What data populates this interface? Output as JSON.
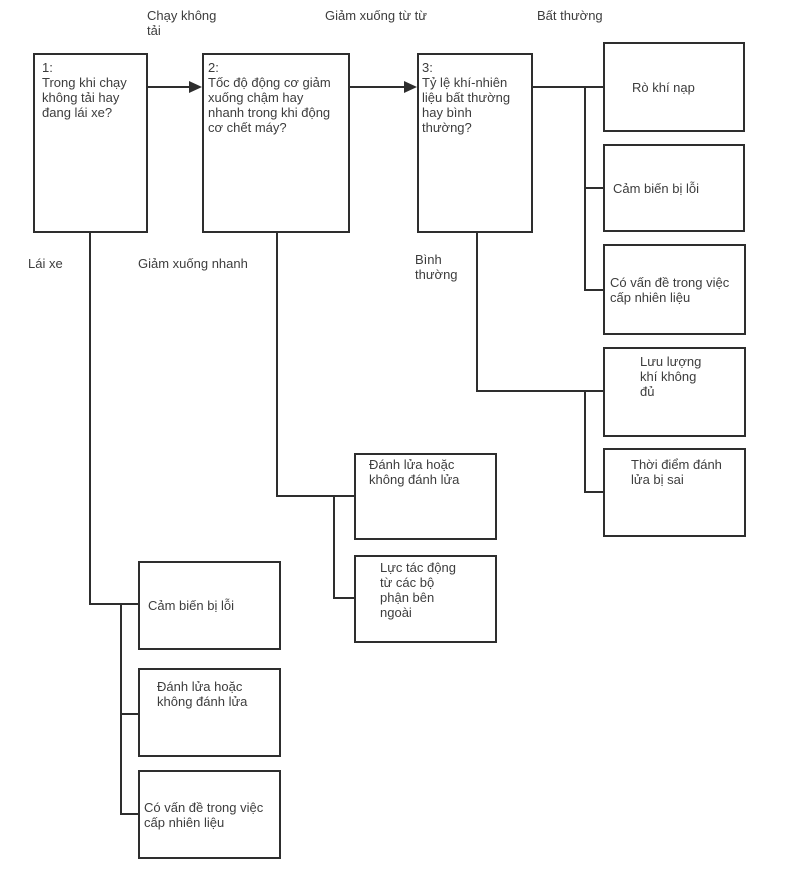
{
  "diagram": {
    "title_hint": "Vietnamese engine troubleshooting flowchart",
    "colors": {
      "line": "#2e2e2e",
      "text": "#3d3d3d",
      "background": "#ffffff"
    },
    "branch_labels": {
      "chay_khong_tai": "Chạy không\ntải",
      "giam_xuong_tu_tu": "Giảm xuống từ từ",
      "bat_thuong": "Bất thường",
      "lai_xe": "Lái xe",
      "giam_xuong_nhanh": "Giảm xuống nhanh",
      "binh_thuong": "Bình\nthường"
    },
    "nodes": {
      "q1": "1:\nTrong khi chạy\nkhông tải hay\nđang lái xe?",
      "q2": "2:\nTốc độ động cơ giảm\nxuống chậm hay\nnhanh trong khi động\ncơ chết máy?",
      "q3": "3:\nTỷ lệ khí-nhiên\nliệu bất thường\nhay bình\nthường?",
      "ro_khi_nap": "Rò khí nạp",
      "cam_bien_right": "Cảm biến bị lỗi",
      "co_van_de_right": "Có vấn đề trong việc\ncấp nhiên liệu",
      "luu_luong": "Lưu lượng\nkhí không\nđủ",
      "thoi_diem": "Thời điểm đánh\nlửa bị sai",
      "danh_lua_mid": "Đánh lửa hoặc\nkhông đánh lửa",
      "luc_tac_dong": "Lực tác động\ntừ các bộ\nphận bên\nngoài",
      "cam_bien_bottom": "Cảm biến bị lỗi",
      "danh_lua_bottom": "Đánh lửa hoặc\nkhông đánh lửa",
      "co_van_de_bottom": "Có vấn đề trong việc\ncấp nhiên liệu"
    }
  }
}
